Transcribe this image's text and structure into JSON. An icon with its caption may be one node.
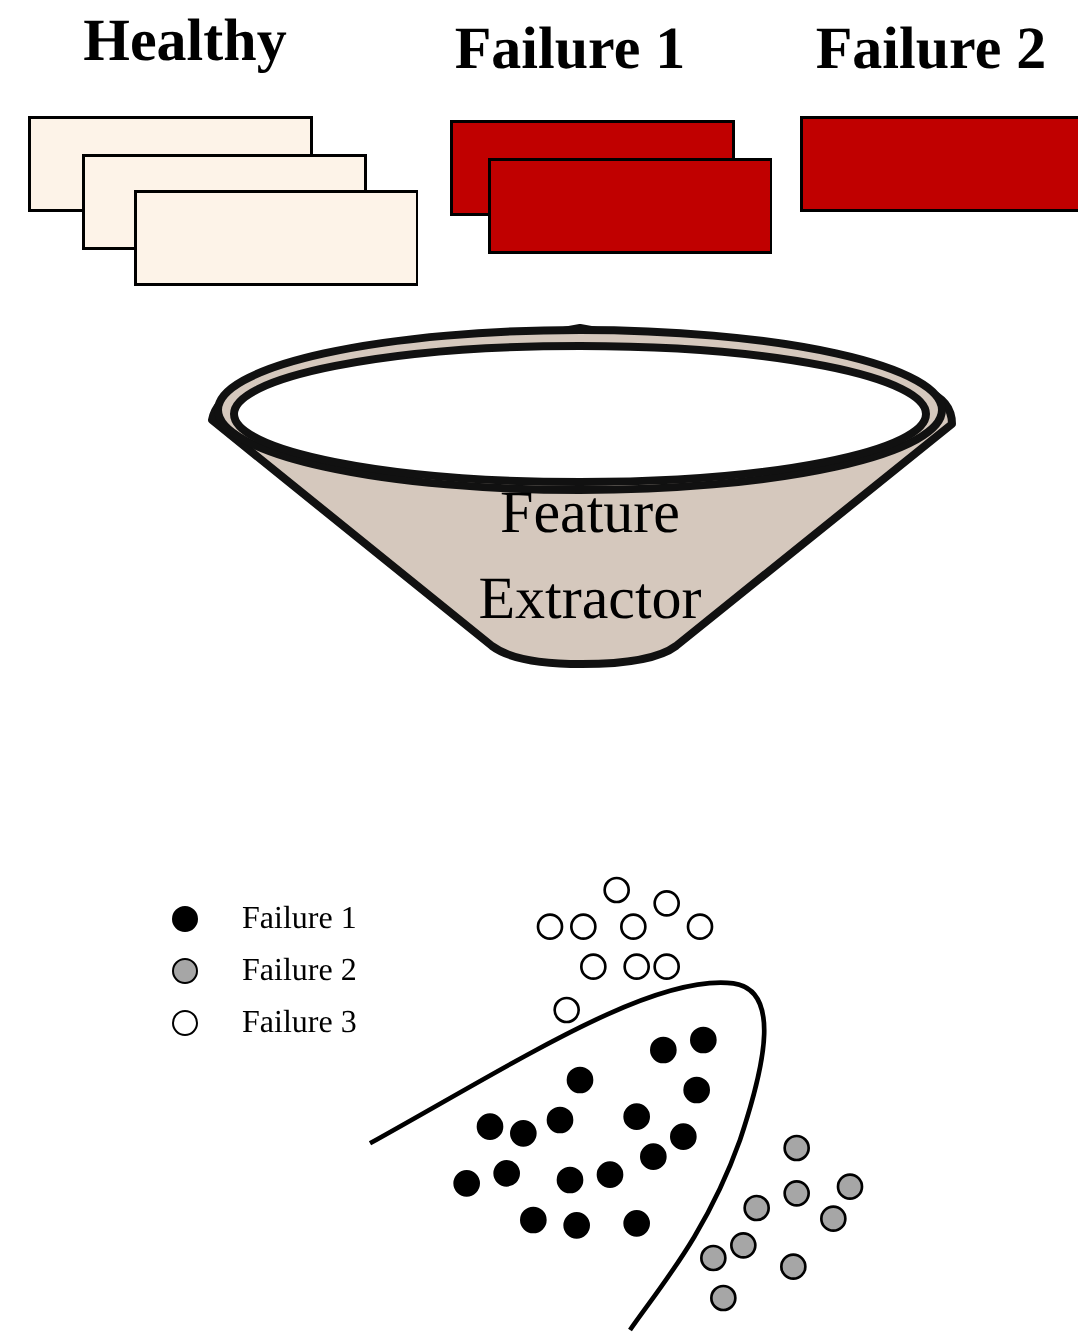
{
  "diagram": {
    "nodes": [
      {
        "text": [
          "Healthy"
        ]
      },
      {
        "text": [
          "Failure 1"
        ]
      },
      {
        "text": [
          "Failure 2"
        ]
      },
      {
        "text": [
          "Feature Extractor"
        ]
      }
    ],
    "legend": [
      {
        "text": "Failure 1",
        "color": "#000000"
      },
      {
        "text": "Failure 2",
        "color": "#a6a6a6"
      },
      {
        "text": "Failure 3",
        "color": "#ffffff"
      }
    ]
  }
}
